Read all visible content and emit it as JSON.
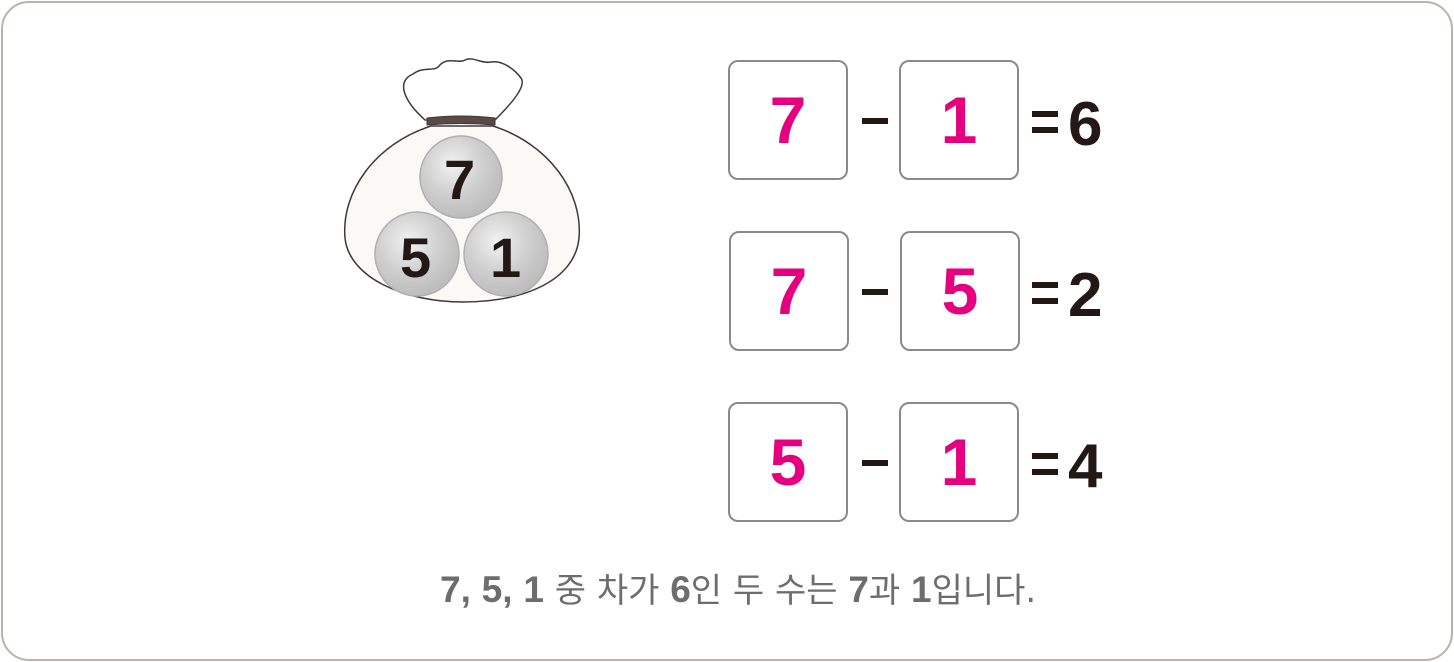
{
  "bag": {
    "balls": [
      "7",
      "5",
      "1"
    ]
  },
  "equations": [
    {
      "a": "7",
      "op": "-",
      "b": "1",
      "eq": "=",
      "result": "6"
    },
    {
      "a": "7",
      "op": "-",
      "b": "5",
      "eq": "=",
      "result": "2"
    },
    {
      "a": "5",
      "op": "-",
      "b": "1",
      "eq": "=",
      "result": "4"
    }
  ],
  "answer": {
    "n1": "7",
    "s1": ",",
    "n2": "5",
    "s2": ",",
    "n3": "1",
    "t1": " 중 차가 ",
    "n4": "6",
    "t2": "인 두 수는 ",
    "n5": "7",
    "t3": "과 ",
    "n6": "1",
    "t4": "입니다."
  },
  "colors": {
    "accent": "#e4007f",
    "text": "#231815",
    "answer_text": "#6d6d6d",
    "border": "#b9b3ad"
  }
}
